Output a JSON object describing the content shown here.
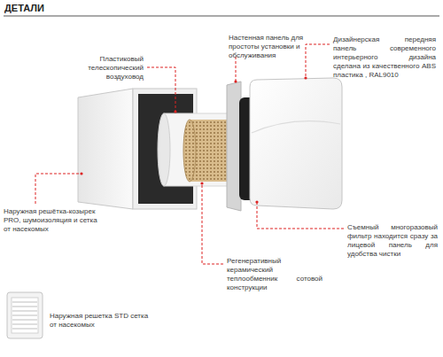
{
  "diagram": {
    "title": "ДЕТАЛИ",
    "labels": [
      "Пластиковый телескопический воздуховод",
      "Настенная панель для простоты установки и обслуживания",
      "Дизайнерская передняя панель современного интерьерного дизайна сделана из качественного ABS пластика , RAL9010",
      "Наружная решётка-козырек PRO, шумоизоляция и сетка от насекомых",
      "Регенеративный керамический теплообменник сотовой конструкции",
      "Съемный многоразовый фильтр находится сразу за лицевой панель для удобства чистки",
      "Наружная решетка STD сетка от насекомых"
    ]
  }
}
